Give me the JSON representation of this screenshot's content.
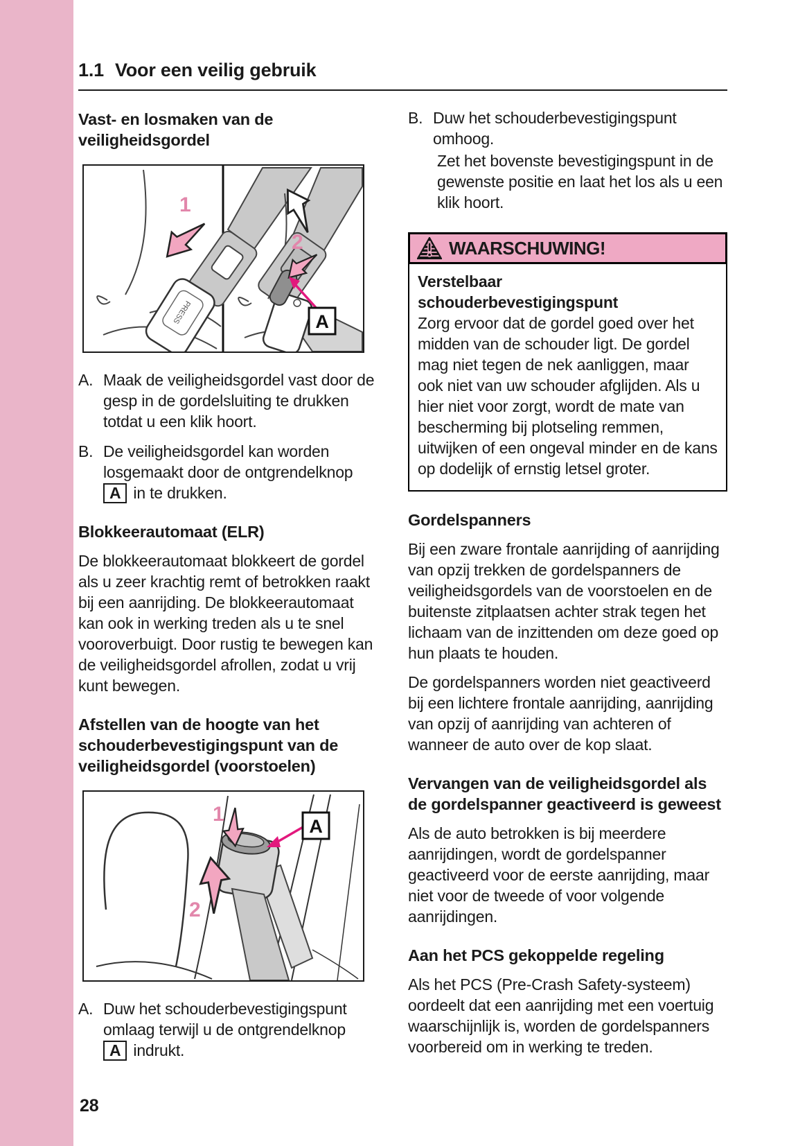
{
  "page": {
    "header_number": "1.1",
    "header_title": "Voor een veilig gebruik",
    "page_number": "28"
  },
  "colors": {
    "stripe_pink": "#eab5c9",
    "warning_header_pink": "#efa9c4",
    "arrow_pink": "#f2a6c0",
    "callout_magenta": "#e2187d",
    "text": "#1a1a1a"
  },
  "left_column": {
    "heading_fasten": "Vast- en losmaken van de veiligheidsgordel",
    "figure_buckle": {
      "step1": "1",
      "step2": "2",
      "press_label": "PRESS",
      "callout_label": "A"
    },
    "item_a": {
      "label": "A.",
      "text": "Maak de veiligheidsgordel vast door de gesp in de gordelsluiting te drukken totdat u een klik hoort."
    },
    "item_b": {
      "label": "B.",
      "pre": "De veiligheidsgordel kan worden losgemaakt door de ontgrendelknop",
      "box": "A",
      "post": "in te drukken."
    },
    "heading_elr": "Blokkeerautomaat (ELR)",
    "para_elr": "De blokkeerautomaat blokkeert de gordel als u zeer krachtig remt of betrokken raakt bij een aanrijding. De blokkeerautomaat kan ook in werking treden als u te snel vooroverbuigt. Door rustig te bewegen kan de veiligheidsgordel afrollen, zodat u vrij kunt bewegen.",
    "heading_adjust": "Afstellen van de hoogte van het schouderbevestigingspunt van de veiligheidsgordel (voorstoelen)",
    "figure_anchor": {
      "step1": "1",
      "step2": "2",
      "callout_label": "A"
    },
    "item_a2": {
      "label": "A.",
      "pre": "Duw het schouderbevestigingspunt omlaag terwijl u de ontgrendelknop",
      "box": "A",
      "post": "indrukt."
    }
  },
  "right_column": {
    "item_b": {
      "label": "B.",
      "text": "Duw het schouderbevestigingspunt omhoog.",
      "subtext": "Zet het bovenste bevestigingspunt in de gewenste positie en laat het los als u een klik hoort."
    },
    "warning": {
      "title": "WAARSCHUWING!",
      "subheading": "Verstelbaar schouderbevestigingspunt",
      "body": "Zorg ervoor dat de gordel goed over het midden van de schouder ligt. De gordel mag niet tegen de nek aanliggen, maar ook niet van uw schouder afglijden. Als u hier niet voor zorgt, wordt de mate van bescherming bij plotseling remmen, uitwijken of een ongeval minder en de kans op dodelijk of ernstig letsel groter."
    },
    "heading_pretensioners": "Gordelspanners",
    "para_pretensioners_1": "Bij een zware frontale aanrijding of aanrijding van opzij trekken de gordelspanners de veiligheidsgordels van de voorstoelen en de buitenste zitplaatsen achter strak tegen het lichaam van de inzittenden om deze goed op hun plaats te houden.",
    "para_pretensioners_2": "De gordelspanners worden niet geactiveerd bij een lichtere frontale aanrijding, aanrijding van opzij of aanrijding van achteren of wanneer de auto over de kop slaat.",
    "heading_replace": "Vervangen van de veiligheidsgordel als de gordelspanner geactiveerd is geweest",
    "para_replace": "Als de auto betrokken is bij meerdere aanrijdingen, wordt de gordelspanner geactiveerd voor de eerste aanrijding, maar niet voor de tweede of voor volgende aanrijdingen.",
    "heading_pcs": "Aan het PCS gekoppelde regeling",
    "para_pcs": "Als het PCS (Pre-Crash Safety-systeem) oordeelt dat een aanrijding met een voertuig waarschijnlijk is, worden de gordelspanners voorbereid om in werking te treden."
  }
}
